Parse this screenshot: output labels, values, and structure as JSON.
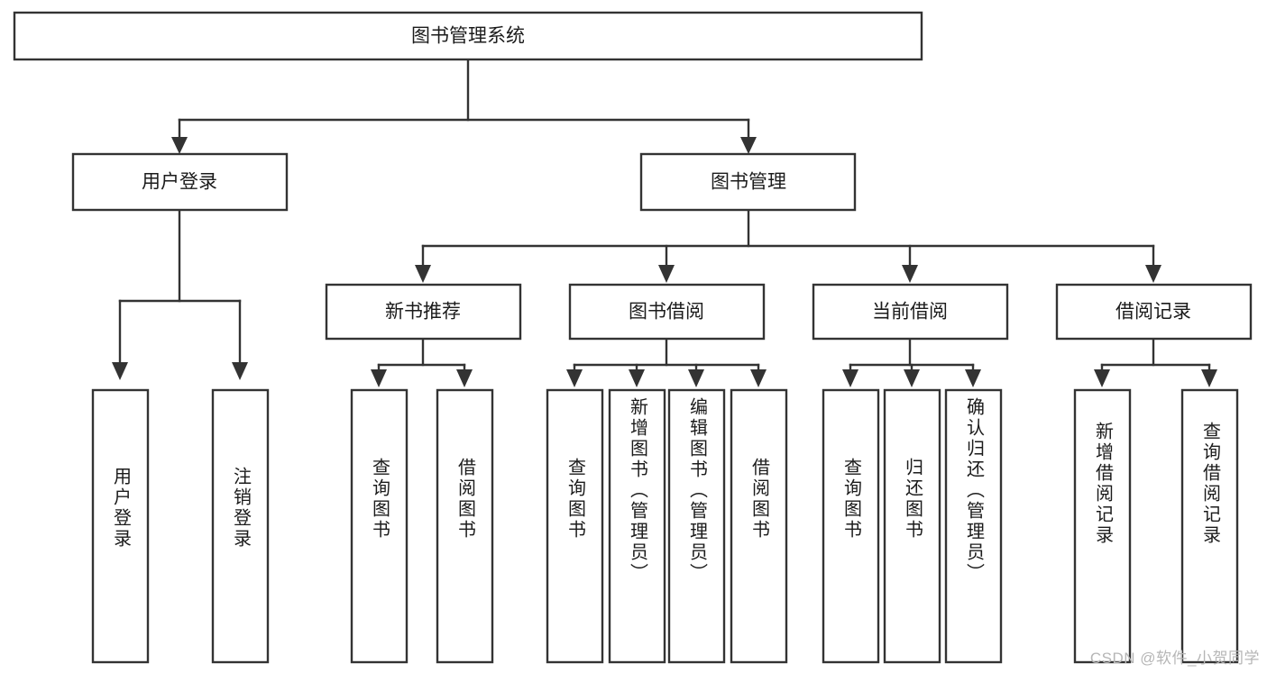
{
  "diagram": {
    "type": "tree",
    "title": "图书管理系统",
    "root": {
      "label": "图书管理系统"
    },
    "level2": [
      {
        "label": "用户登录"
      },
      {
        "label": "图书管理"
      }
    ],
    "level3": [
      {
        "label": "新书推荐",
        "parent": "图书管理"
      },
      {
        "label": "图书借阅",
        "parent": "图书管理"
      },
      {
        "label": "当前借阅",
        "parent": "图书管理"
      },
      {
        "label": "借阅记录",
        "parent": "图书管理"
      }
    ],
    "leaves": [
      {
        "label": "用户登录",
        "parent": "用户登录"
      },
      {
        "label": "注销登录",
        "parent": "用户登录"
      },
      {
        "label": "查询图书",
        "parent": "新书推荐"
      },
      {
        "label": "借阅图书",
        "parent": "新书推荐"
      },
      {
        "label": "查询图书",
        "parent": "图书借阅"
      },
      {
        "label": "新增图书（管理员）",
        "parent": "图书借阅"
      },
      {
        "label": "编辑图书（管理员）",
        "parent": "图书借阅"
      },
      {
        "label": "借阅图书",
        "parent": "图书借阅"
      },
      {
        "label": "查询图书",
        "parent": "当前借阅"
      },
      {
        "label": "归还图书",
        "parent": "当前借阅"
      },
      {
        "label": "确认归还（管理员）",
        "parent": "当前借阅"
      },
      {
        "label": "新增借阅记录",
        "parent": "借阅记录"
      },
      {
        "label": "查询借阅记录",
        "parent": "借阅记录"
      }
    ]
  },
  "watermark": {
    "text": "CSDN @软件_小贺同学"
  },
  "colors": {
    "stroke": "#333333",
    "box_fill": "#ffffff",
    "text": "#1b1b1b",
    "watermark": "#b6b6b6",
    "background": "#ffffff"
  }
}
